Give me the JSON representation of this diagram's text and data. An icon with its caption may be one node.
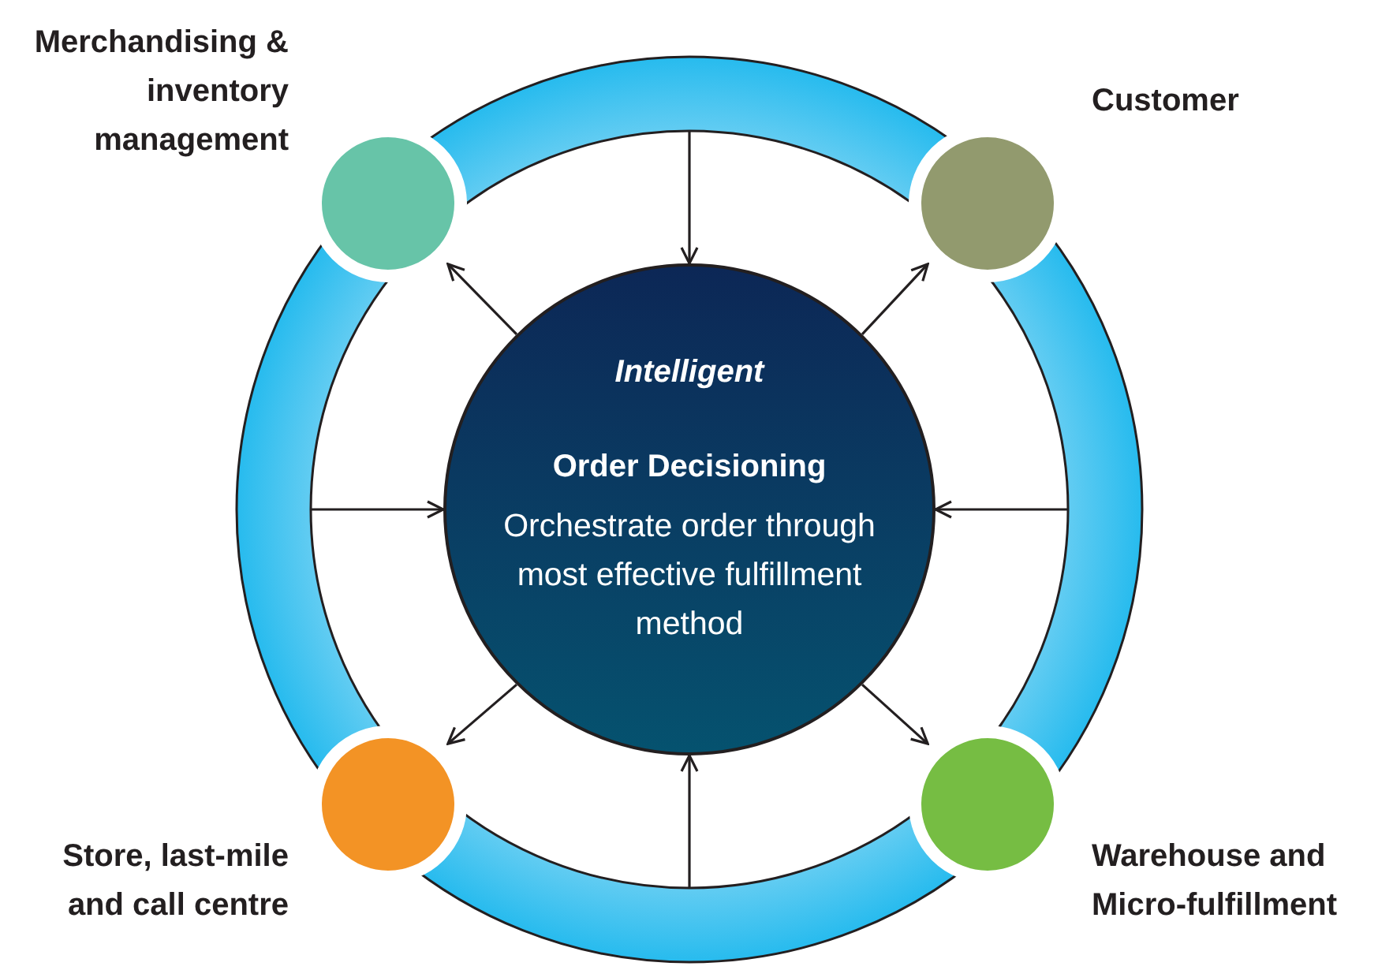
{
  "diagram": {
    "nodes": [
      {
        "text": [
          "Intelligent",
          "Order Decisioning",
          "Orchestrate order through most effective fulfillment method"
        ]
      },
      {
        "text": [],
        "shape": "circle",
        "beside": [
          "Merchandising & inventory management"
        ]
      },
      {
        "text": [],
        "shape": "circle",
        "beside": [
          "Customer"
        ]
      },
      {
        "text": [],
        "shape": "circle",
        "beside": [
          "Store, last-mile and call centre"
        ]
      },
      {
        "text": [],
        "shape": "circle",
        "beside": [
          "Warehouse and Micro-fulfillment"
        ]
      }
    ],
    "edges": [
      {
        "from": null,
        "to": 0,
        "arrow": "to"
      },
      {
        "from": null,
        "to": 0,
        "arrow": "to"
      },
      {
        "from": null,
        "to": 0,
        "arrow": "to"
      },
      {
        "from": null,
        "to": 0,
        "arrow": "to"
      },
      {
        "from": 0,
        "to": 1,
        "arrow": "to"
      },
      {
        "from": 0,
        "to": 2,
        "arrow": "to"
      },
      {
        "from": 0,
        "to": 3,
        "arrow": "to"
      },
      {
        "from": 0,
        "to": 4,
        "arrow": "to"
      }
    ]
  }
}
